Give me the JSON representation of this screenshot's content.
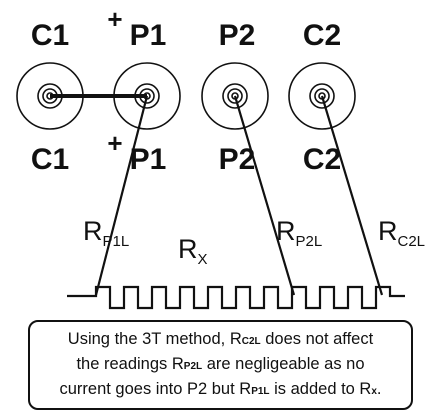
{
  "terminals": {
    "top": {
      "c1": "C1",
      "p1": "P1",
      "p2": "P2",
      "c2": "C2"
    },
    "bottom": {
      "c1": "C1",
      "p1": "P1",
      "p2": "P2",
      "c2": "C2"
    },
    "plus_sign": "+"
  },
  "resistors": {
    "rp1l": {
      "main": "R",
      "sub": "P1L"
    },
    "rx": {
      "main": "R",
      "sub": "X"
    },
    "rp2l": {
      "main": "R",
      "sub": "P2L"
    },
    "rc2l": {
      "main": "R",
      "sub": "C2L"
    }
  },
  "caption": {
    "l1_a": "Using the 3T method, R",
    "l1_sub": "C2L",
    "l1_b": " does not affect",
    "l2_a": "the readings R",
    "l2_sub": "P2L",
    "l2_b": " are negligeable as no",
    "l3_a": "current goes into P2 but R",
    "l3_sub": "P1L",
    "l3_b": " is added to R",
    "l3_sub2": "x",
    "l3_c": "."
  }
}
